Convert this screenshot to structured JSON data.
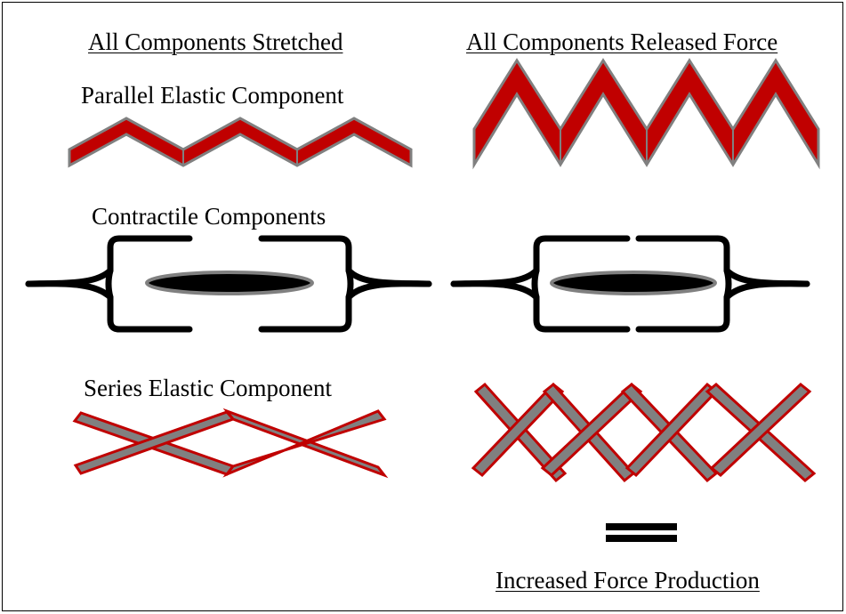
{
  "headings": {
    "left": "All Components Stretched",
    "right": "All Components Released Force"
  },
  "labels": {
    "parallel": "Parallel Elastic Component",
    "contractile": "Contractile Components",
    "series": "Series Elastic Component",
    "result": "Increased Force Production"
  },
  "colors": {
    "elastic_fill": "#c00000",
    "elastic_stroke": "#808080",
    "series_fill": "#808080",
    "series_stroke": "#c00000",
    "ink": "#000000"
  }
}
